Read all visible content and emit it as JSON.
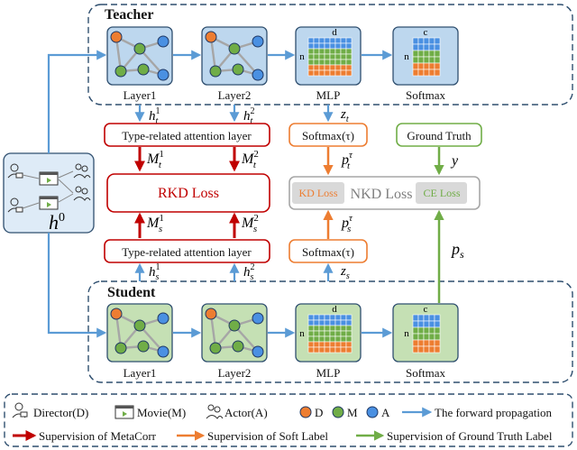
{
  "teacher": {
    "title": "Teacher",
    "layers": [
      "Layer1",
      "Layer2",
      "MLP",
      "Softmax"
    ],
    "h1": "h",
    "h1_sup": "1",
    "h1_sub": "t",
    "h2": "h",
    "h2_sup": "2",
    "h2_sub": "t",
    "z": "z",
    "z_sub": "t",
    "mlp_d": "d",
    "mlp_n": "n",
    "soft_c": "c",
    "soft_n": "n"
  },
  "student": {
    "title": "Student",
    "layers": [
      "Layer1",
      "Layer2",
      "MLP",
      "Softmax"
    ],
    "h1": "h",
    "h1_sup": "1",
    "h1_sub": "s",
    "h2": "h",
    "h2_sup": "2",
    "h2_sub": "s",
    "z": "z",
    "z_sub": "s",
    "mlp_d": "d",
    "mlp_n": "n",
    "soft_c": "c",
    "soft_n": "n"
  },
  "middle": {
    "attn_top": "Type-related attention layer",
    "attn_bottom": "Type-related attention layer",
    "rkd_loss": "RKD Loss",
    "softmax_tau_top": "Softmax(τ)",
    "softmax_tau_bottom": "Softmax(τ)",
    "ground_truth": "Ground Truth",
    "kd_loss": "KD Loss",
    "nkd_loss": "NKD Loss",
    "ce_loss": "CE Loss",
    "M": "M",
    "Mt1_sup": "1",
    "Mt1_sub": "t",
    "Mt2_sup": "2",
    "Mt2_sub": "t",
    "Ms1_sup": "1",
    "Ms1_sub": "s",
    "Ms2_sup": "2",
    "Ms2_sub": "s",
    "p": "p",
    "tau": "τ",
    "pt_sub": "t",
    "ps_sub": "s",
    "y": "y",
    "h0": "h",
    "h0_sup": "0"
  },
  "legend": {
    "director": "Director(D)",
    "movie": "Movie(M)",
    "actor": "Actor(A)",
    "d": "D",
    "m": "M",
    "a": "A",
    "forward": "The forward propagation",
    "sup_metacorr": "Supervision of MetaCorr",
    "sup_soft": "Supervision of Soft Label",
    "sup_gt": "Supervision of Ground Truth Label"
  },
  "colors": {
    "teacher_fill": "#bdd7ee",
    "student_fill": "#c5e0b4",
    "blue_arrow": "#5b9bd5",
    "red": "#c00000",
    "orange": "#ed7d31",
    "green": "#70ad47",
    "node_d": "#ed7d31",
    "node_m": "#70ad47",
    "node_a": "#4a90e2"
  }
}
